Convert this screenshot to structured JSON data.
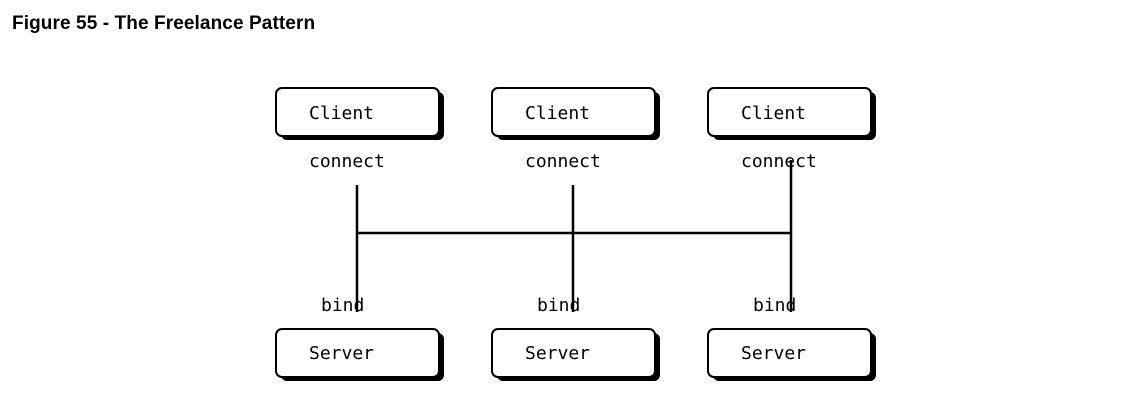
{
  "figure": {
    "title": "Figure 55 - The Freelance Pattern"
  },
  "clients": [
    {
      "label": "Client",
      "edge_label": "connect"
    },
    {
      "label": "Client",
      "edge_label": "connect"
    },
    {
      "label": "Client",
      "edge_label": "connect"
    }
  ],
  "servers": [
    {
      "label": "Server",
      "edge_label": "bind"
    },
    {
      "label": "Server",
      "edge_label": "bind"
    },
    {
      "label": "Server",
      "edge_label": "bind"
    }
  ],
  "colors": {
    "background": "#ffffff",
    "ink": "#000000"
  }
}
